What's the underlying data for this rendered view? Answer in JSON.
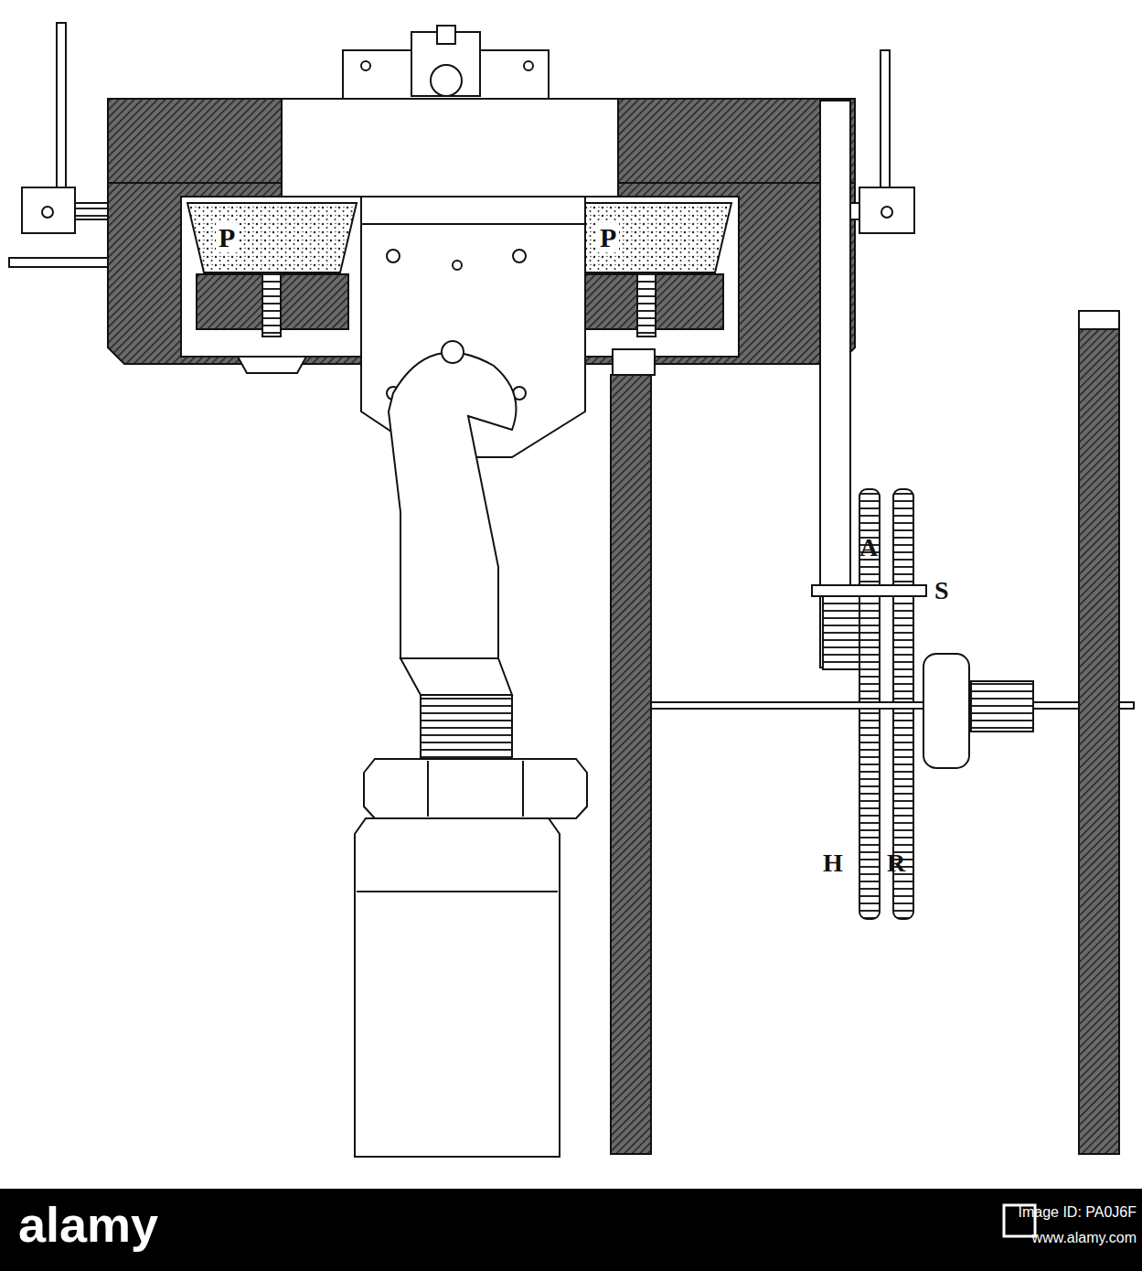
{
  "diagram": {
    "labels": [
      "P",
      "P",
      "A",
      "S",
      "H",
      "R",
      "alamy",
      "Image ID: PA0J6F",
      "www.alamy.com"
    ]
  }
}
